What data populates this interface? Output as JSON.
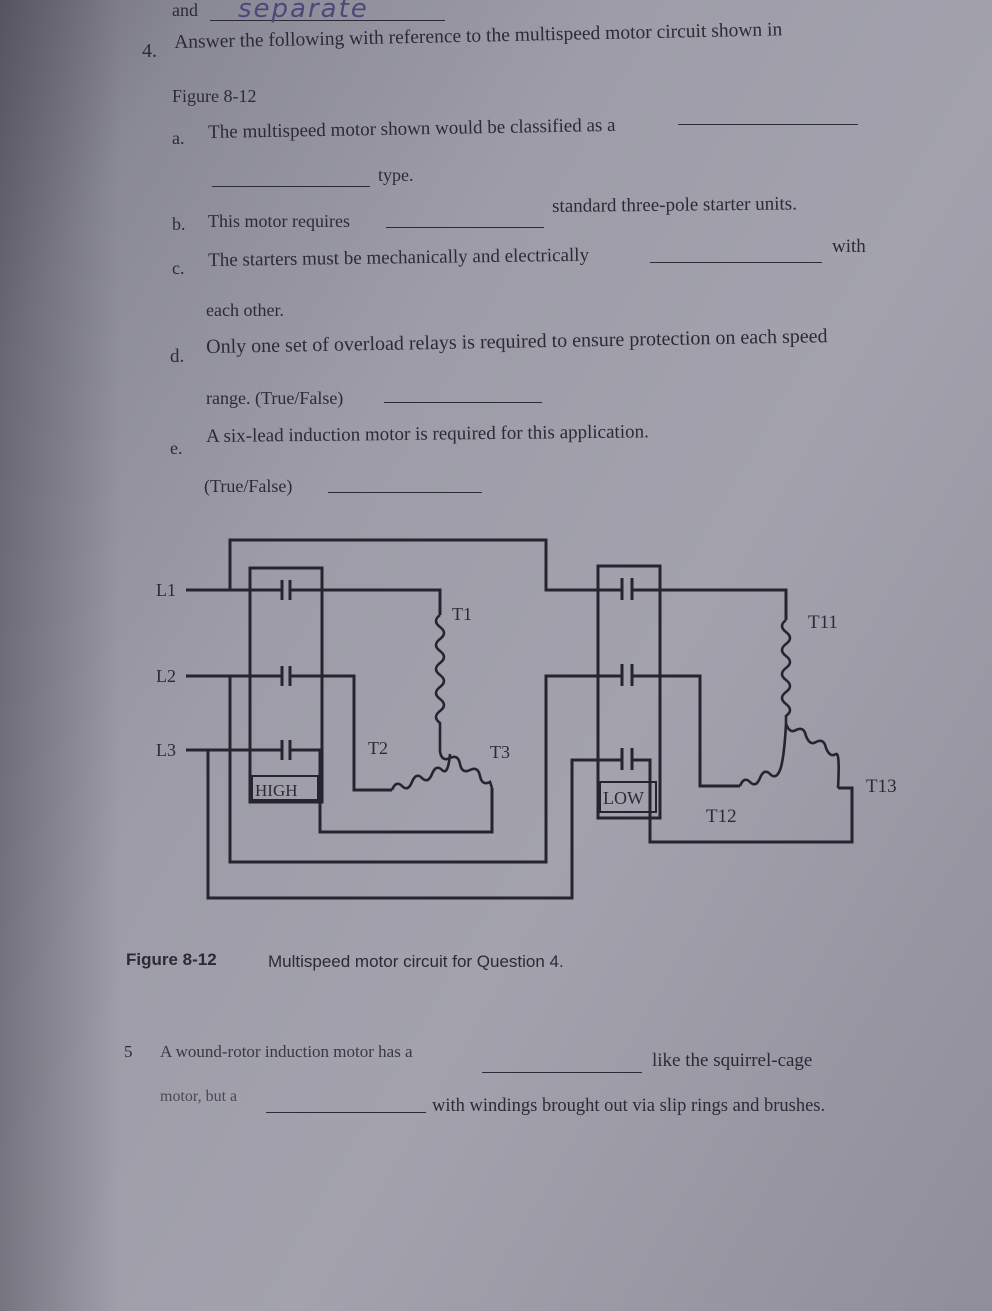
{
  "top_line": {
    "prefix": "and",
    "handwritten": "separate"
  },
  "question4": {
    "number": "4.",
    "stem_line1": "Answer the following with reference to the multispeed motor circuit shown in",
    "stem_line2": "Figure 8-12",
    "parts": [
      {
        "letter": "a.",
        "text1": "The multispeed motor shown would be classified as a",
        "text2": "type."
      },
      {
        "letter": "b.",
        "text1": "This motor requires",
        "text2": "standard three-pole starter units."
      },
      {
        "letter": "c.",
        "text1": "The starters must be mechanically and electrically",
        "text2": "with",
        "text3": "each other."
      },
      {
        "letter": "d.",
        "text1": "Only one set of overload relays is required to ensure protection on each speed",
        "text2": "range. (True/False)"
      },
      {
        "letter": "e.",
        "text1": "A six-lead induction motor is required for this application.",
        "text2": "(True/False)"
      }
    ]
  },
  "diagram": {
    "line_labels": [
      "L1",
      "L2",
      "L3"
    ],
    "starter_labels": [
      "HIGH",
      "LOW"
    ],
    "terminal_labels": [
      "T1",
      "T2",
      "T3",
      "T11",
      "T12",
      "T13"
    ]
  },
  "figure_caption": {
    "label": "Figure 8-12",
    "text": "Multispeed motor circuit for Question 4."
  },
  "question5": {
    "number": "5",
    "text1": "A wound-rotor induction motor has a",
    "text2": "like the squirrel-cage",
    "text3": "motor, but a",
    "text4": "with windings brought out via slip rings and brushes."
  }
}
